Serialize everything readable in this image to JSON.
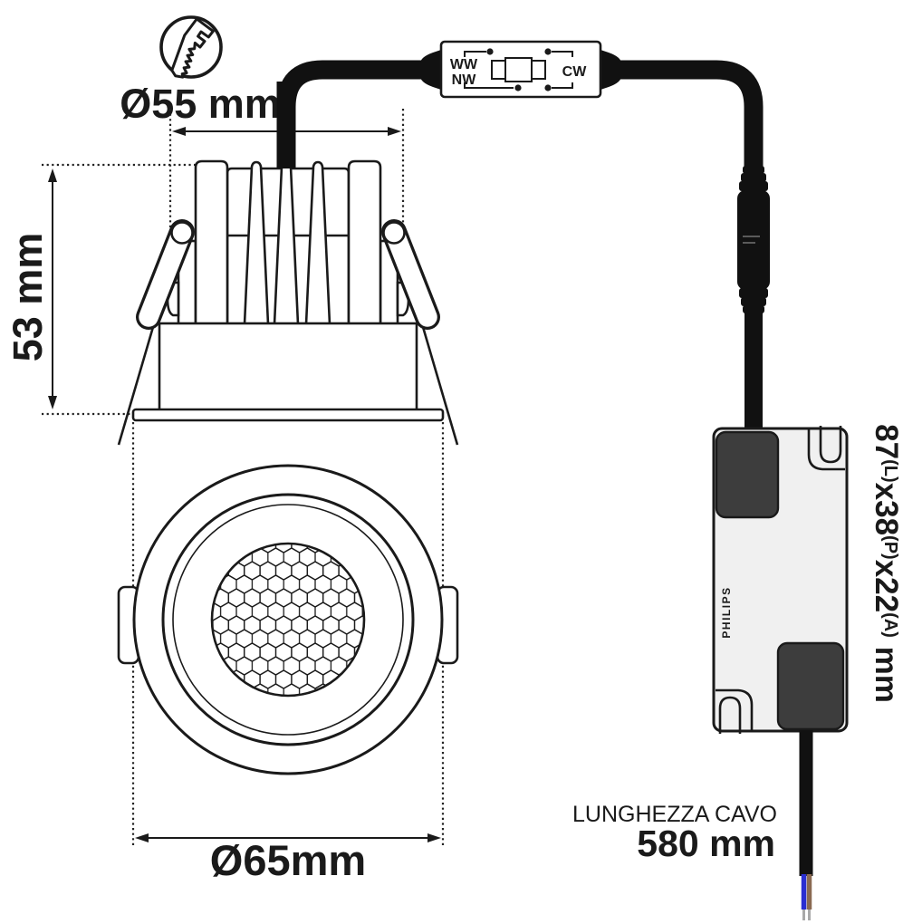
{
  "labels": {
    "cutout_diameter": "Ø55 mm",
    "recess_height": "53 mm",
    "outer_diameter": "Ø65mm",
    "cable_length_title": "LUNGHEZZA CAVO",
    "cable_length_value": "580 mm"
  },
  "selector": {
    "ww": "WW",
    "nw": "NW",
    "cw": "CW"
  },
  "driver": {
    "brand": "PHILIPS",
    "size": {
      "d1": "87",
      "s1": "(L)",
      "d2": "x38",
      "s2": "(P)",
      "d3": "x22",
      "s3": "(A)",
      "unit": " mm"
    }
  },
  "icons": {
    "screw": "screw-icon"
  },
  "colors": {
    "line": "#1a1a1a",
    "cable": "#111111",
    "driver_fill": "#f0f0f0",
    "driver_pad": "#3d3d3d",
    "wire_blue": "#2a2ed1",
    "wire_brown": "#8a6a52",
    "wire_tip": "#a9a9a9"
  }
}
